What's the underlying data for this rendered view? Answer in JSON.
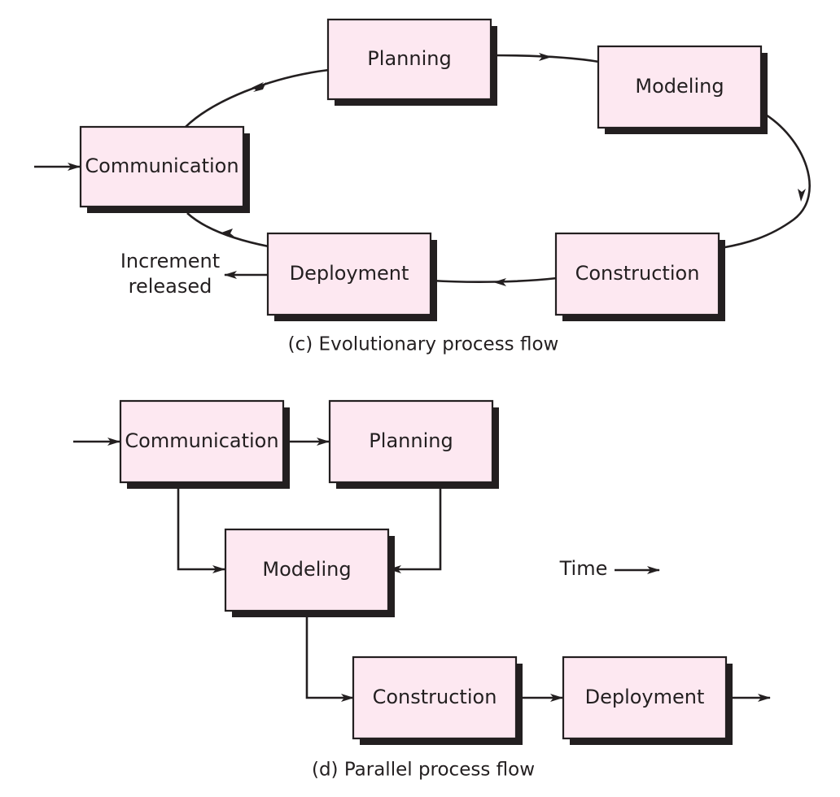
{
  "evolutionary": {
    "caption": "(c) Evolutionary process flow",
    "boxes": {
      "communication": "Communication",
      "planning": "Planning",
      "modeling": "Modeling",
      "construction": "Construction",
      "deployment": "Deployment"
    },
    "output_label_line1": "Increment",
    "output_label_line2": "released"
  },
  "parallel": {
    "caption": "(d) Parallel process flow",
    "boxes": {
      "communication": "Communication",
      "planning": "Planning",
      "modeling": "Modeling",
      "construction": "Construction",
      "deployment": "Deployment"
    },
    "time_label": "Time"
  },
  "colors": {
    "box_fill": "#fde8f1",
    "line": "#231f20"
  }
}
